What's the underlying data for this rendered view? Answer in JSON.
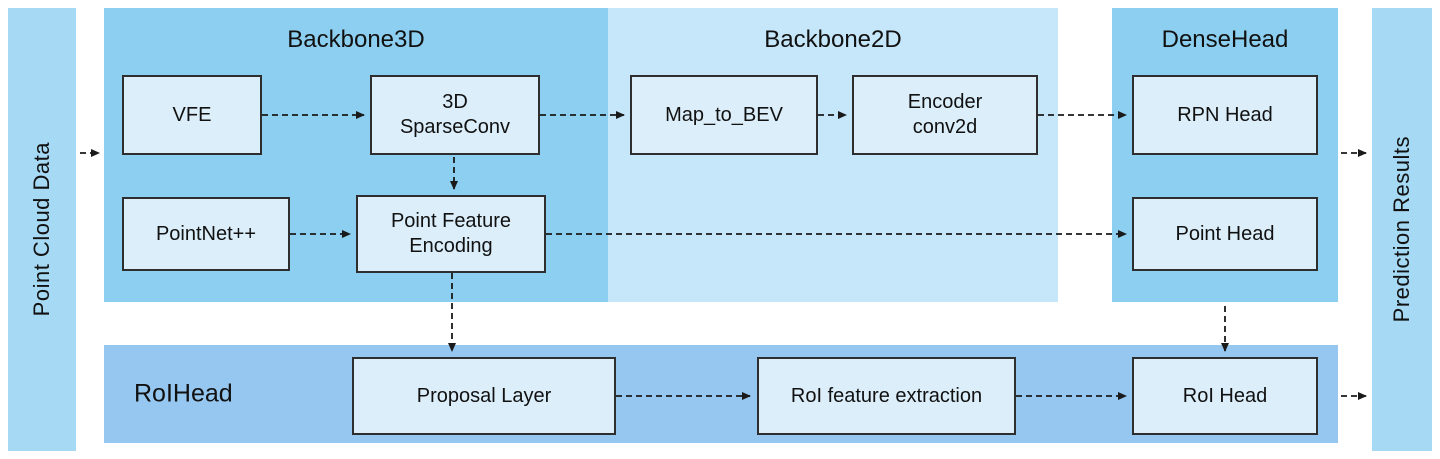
{
  "colors": {
    "canvas-bg": "#ffffff",
    "sidebar-bg": "#A6D9F3",
    "backbone3d-bg": "#8DCFF0",
    "backbone2d-bg": "#C6E7FA",
    "densehead-bg": "#8DCFF0",
    "roihead-bg": "#96C7F0",
    "node-bg": "#DBEEFA",
    "node-border": "#2E2E2E",
    "arrow-color": "#1A1A1A",
    "text-color": "#111111"
  },
  "sidebars": {
    "left": {
      "label": "Point Cloud Data"
    },
    "right": {
      "label": "Prediction Results"
    }
  },
  "regions": {
    "backbone3d": {
      "title": "Backbone3D"
    },
    "backbone2d": {
      "title": "Backbone2D"
    },
    "densehead": {
      "title": "DenseHead"
    },
    "roihead": {
      "title": "RoIHead"
    }
  },
  "nodes": {
    "vfe": {
      "label": "VFE"
    },
    "sparseconv3d": {
      "label": "3D\nSparseConv"
    },
    "pointnet": {
      "label": "PointNet++"
    },
    "point_feature_encoding": {
      "label": "Point Feature\nEncoding"
    },
    "map_to_bev": {
      "label": "Map_to_BEV"
    },
    "encoder_conv2d": {
      "label": "Encoder\nconv2d"
    },
    "rpn_head": {
      "label": "RPN Head"
    },
    "point_head": {
      "label": "Point Head"
    },
    "proposal_layer": {
      "label": "Proposal Layer"
    },
    "roi_feature_extraction": {
      "label": "RoI feature extraction"
    },
    "roi_head": {
      "label": "RoI Head"
    }
  }
}
